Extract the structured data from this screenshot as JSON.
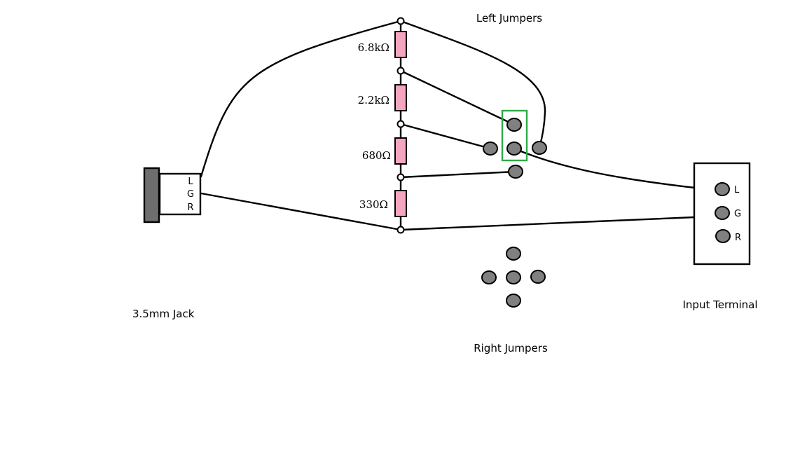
{
  "labels": {
    "left_jumpers": "Left Jumpers",
    "right_jumpers": "Right Jumpers",
    "jack": "3.5mm Jack",
    "input_terminal": "Input Terminal"
  },
  "jack_pins": {
    "l": "L",
    "g": "G",
    "r": "R"
  },
  "terminal_pins": {
    "l": "L",
    "g": "G",
    "r": "R"
  },
  "resistors": [
    {
      "value": "6.8kΩ"
    },
    {
      "value": "2.2kΩ"
    },
    {
      "value": "680Ω"
    },
    {
      "value": "330Ω"
    }
  ],
  "colors": {
    "resistor_fill": "#f4a6c1",
    "jumper_fill": "#808080",
    "jack_plug_fill": "#6e6e6e",
    "selection_box": "#2eaa4a",
    "wire": "#000000"
  }
}
